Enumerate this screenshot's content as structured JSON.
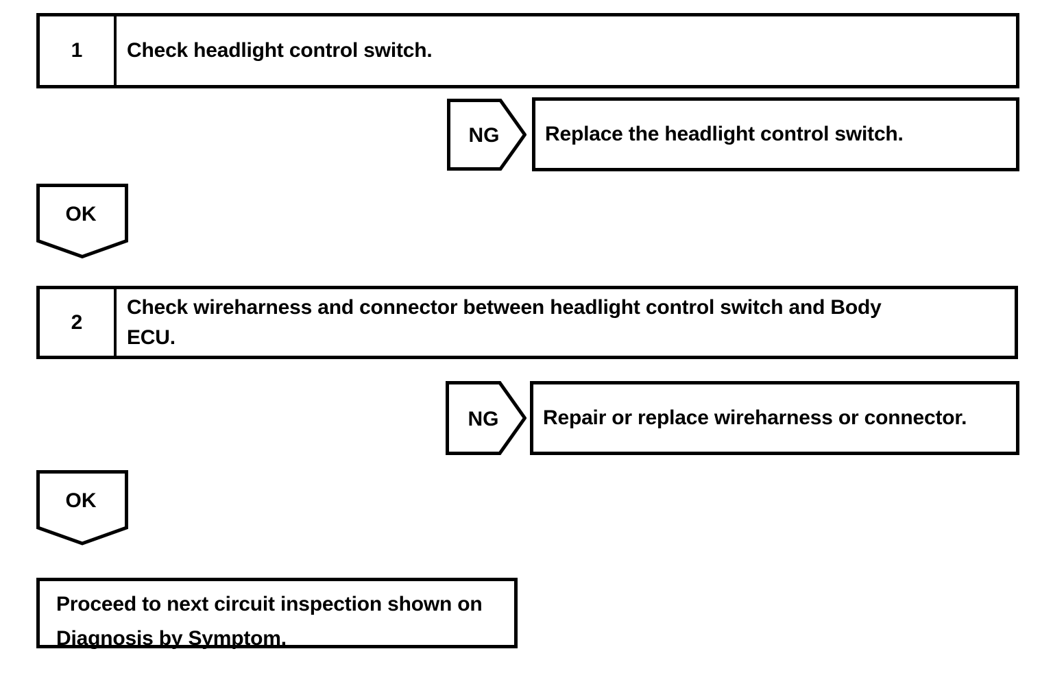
{
  "page": {
    "background": "#ffffff",
    "line_color": "#000000"
  },
  "flowchart": {
    "steps": [
      {
        "number": "1",
        "instruction_lines": [
          "Check headlight control switch."
        ],
        "ng_label": "NG",
        "ng_action": "Replace the headlight control switch.",
        "ok_label": "OK"
      },
      {
        "number": "2",
        "instruction_lines": [
          "Check wireharness and connector between headlight control switch and Body",
          "ECU."
        ],
        "ng_label": "NG",
        "ng_action": "Repair or replace wireharness or connector.",
        "ok_label": "OK"
      }
    ],
    "terminal_lines": [
      "Proceed to next circuit inspection shown on",
      "Diagnosis by Symptom."
    ]
  }
}
